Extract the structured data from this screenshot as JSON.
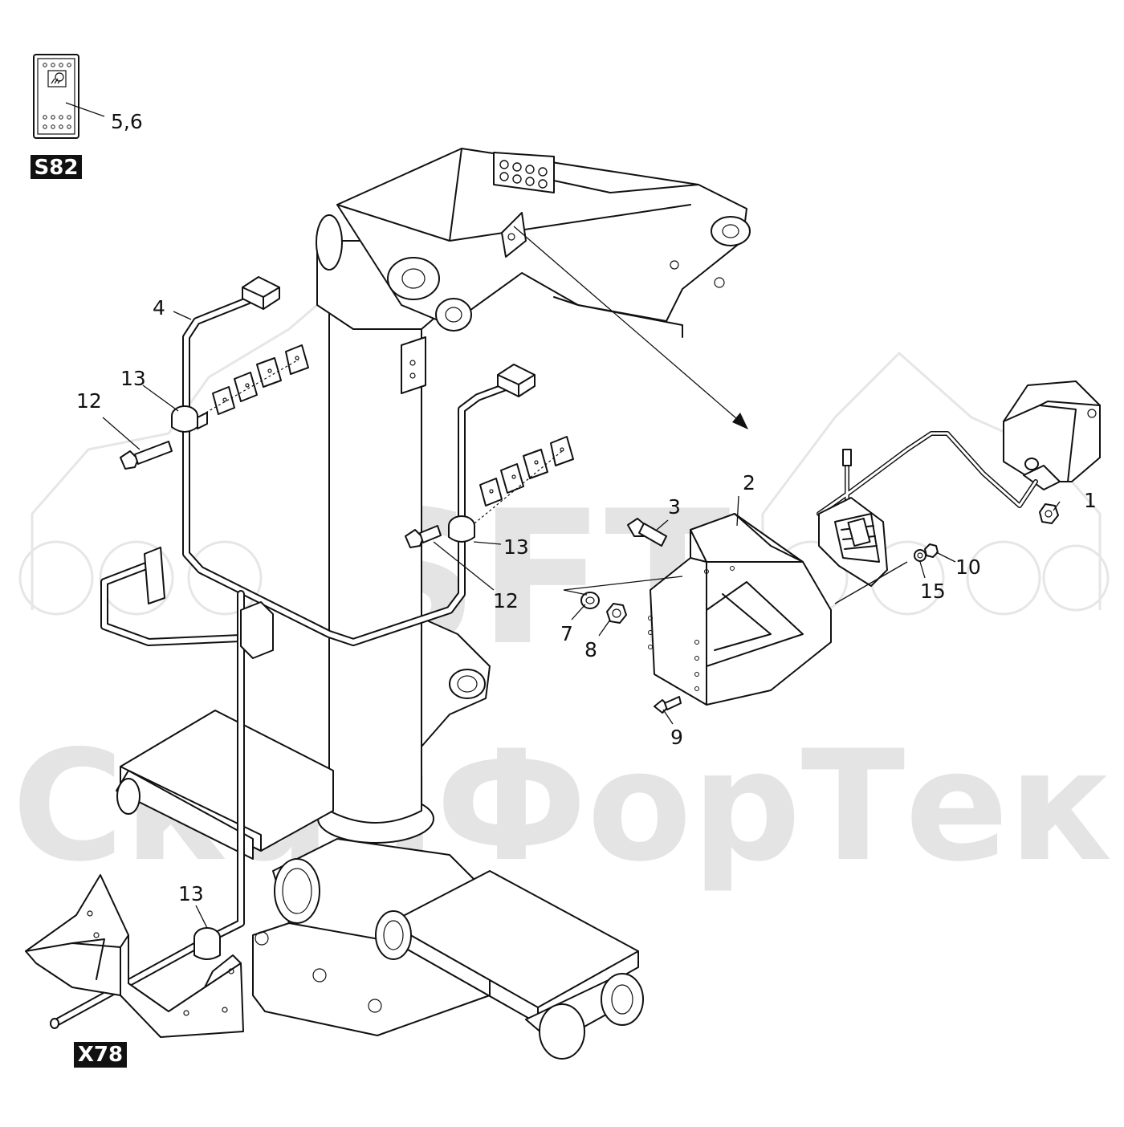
{
  "watermark": {
    "brand_short": "SFT",
    "brand_long": "СканФорТек"
  },
  "tags": {
    "switch": "S82",
    "connector": "X78"
  },
  "callouts": {
    "c1": "1",
    "c2": "2",
    "c3": "3",
    "c4": "4",
    "c56": "5,6",
    "c7": "7",
    "c8": "8",
    "c9": "9",
    "c10": "10",
    "c12a": "12",
    "c12b": "12",
    "c13a": "13",
    "c13b": "13",
    "c13c": "13",
    "c15": "15"
  },
  "icons": {
    "switch_symbol": "work-light-icon",
    "lamp": "work-lamp-icon"
  }
}
